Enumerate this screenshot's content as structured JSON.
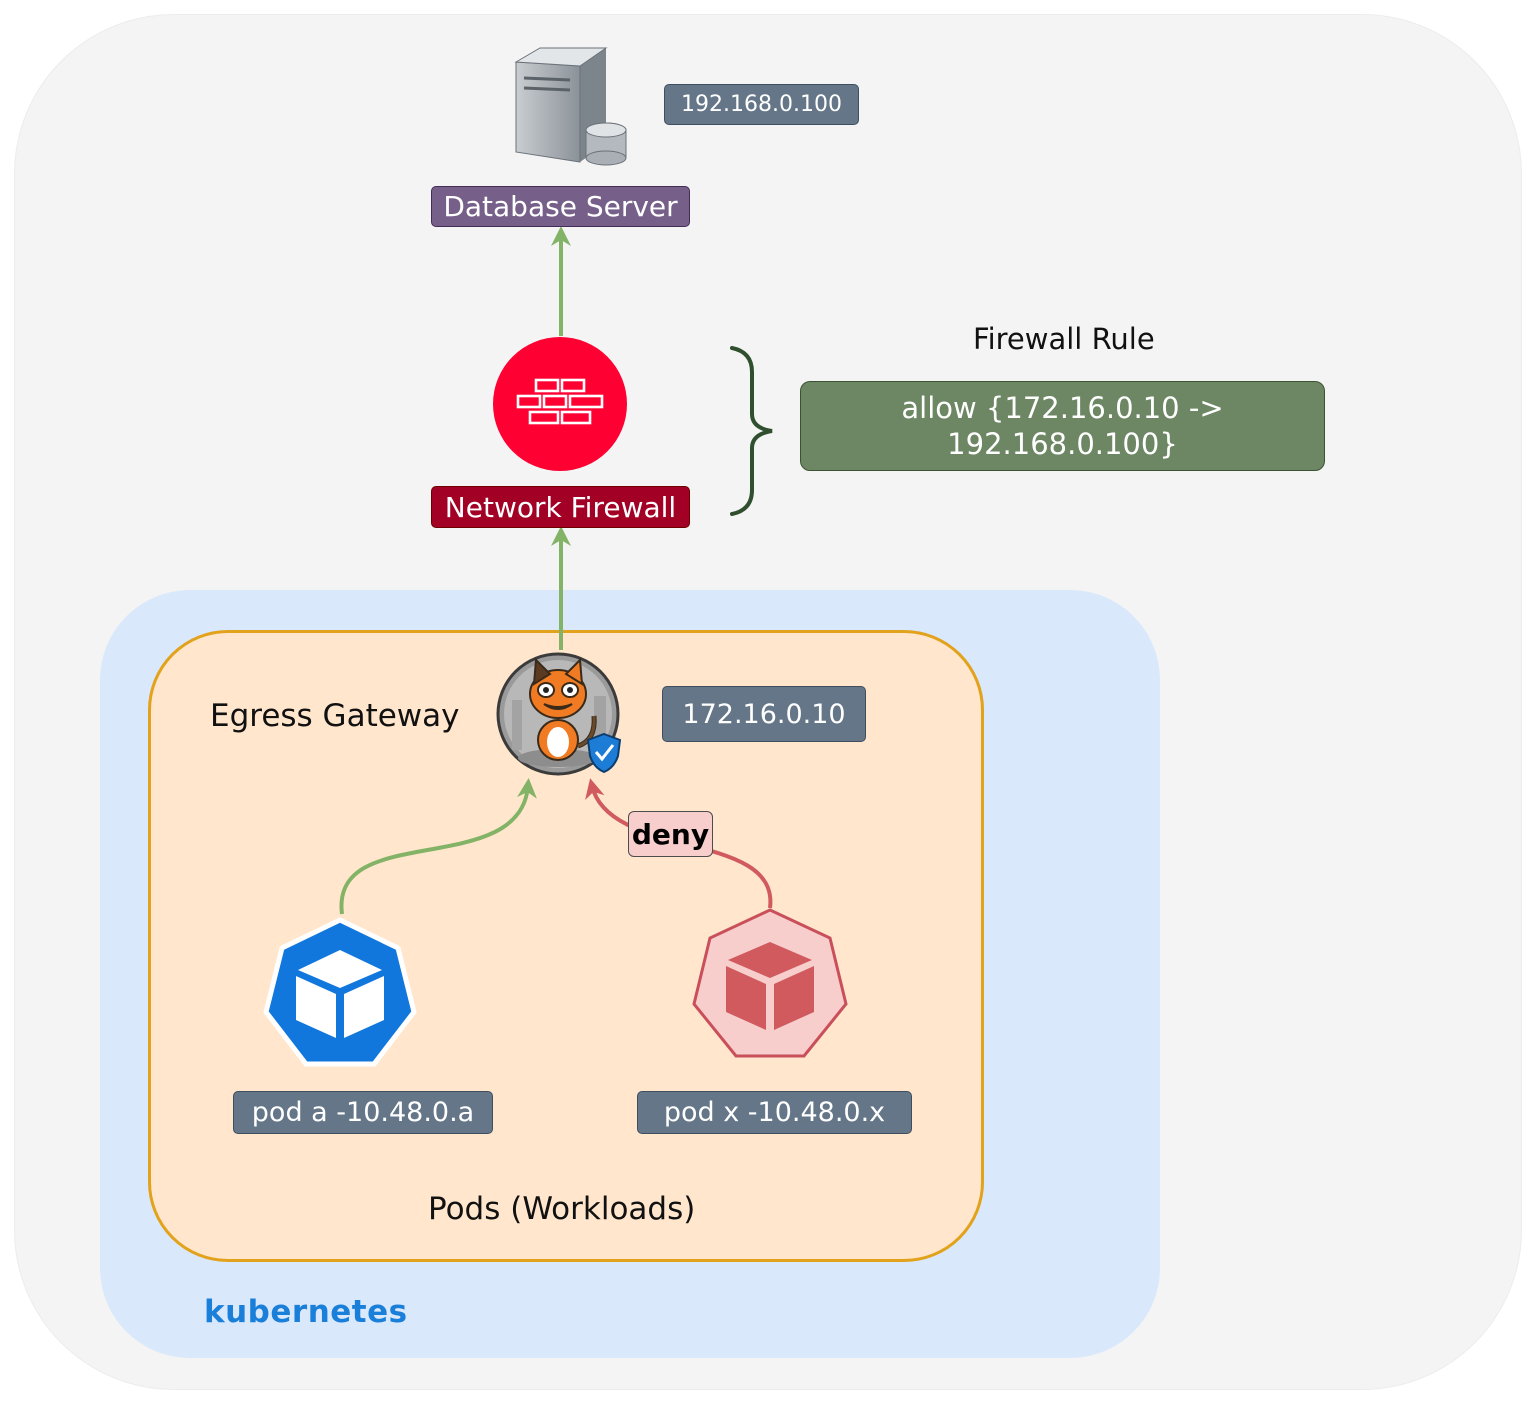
{
  "database": {
    "label": "Database Server",
    "ip": "192.168.0.100"
  },
  "firewall": {
    "label": "Network Firewall",
    "rule_title": "Firewall Rule",
    "rule_line1": "allow {172.16.0.10 ->",
    "rule_line2": "192.168.0.100}"
  },
  "gateway": {
    "label": "Egress Gateway",
    "ip": "172.16.0.10"
  },
  "pods": {
    "pod_a": "pod a -10.48.0.a",
    "pod_x": "pod x -10.48.0.x",
    "group_label": "Pods (Workloads)"
  },
  "edges": {
    "deny_label": "deny"
  },
  "cluster": {
    "label": "kubernetes"
  },
  "colors": {
    "allow_arrow": "#82b366",
    "deny_arrow": "#d05a5e",
    "firewall_red": "#ff0033",
    "pod_blue": "#1177dd",
    "pod_red": "#f8cecc"
  },
  "icons": {
    "database": "database-server-icon",
    "firewall": "firewall-brick-icon",
    "gateway": "cat-mascot-shield-icon",
    "pod": "kubernetes-pod-cube-icon"
  }
}
